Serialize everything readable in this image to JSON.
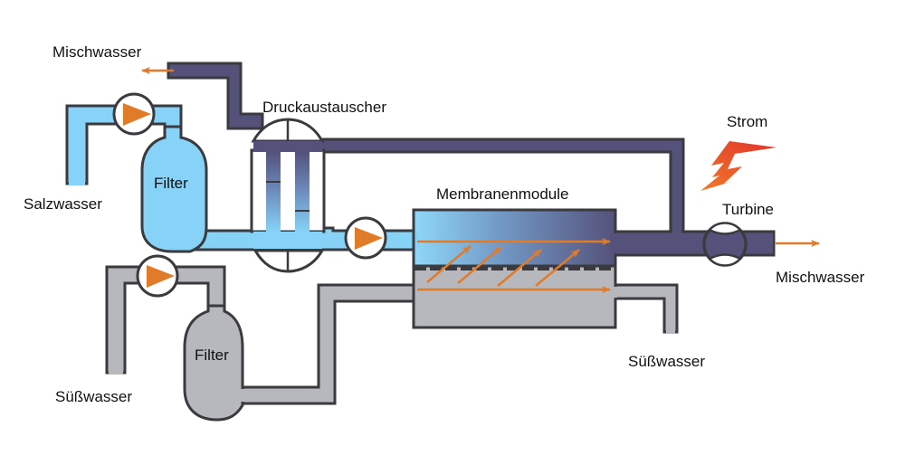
{
  "diagram": {
    "title": "Osmosekraftwerk (Pressure Retarded Osmosis)",
    "labels": {
      "mischwasser_top": "Mischwasser",
      "salzwasser": "Salzwasser",
      "filter_salt": "Filter",
      "druckaustauscher": "Druckaustauscher",
      "membranenmodule": "Membranenmodule",
      "strom": "Strom",
      "turbine": "Turbine",
      "mischwasser_right": "Mischwasser",
      "suesswasser_right": "Süßwasser",
      "filter_fresh": "Filter",
      "suesswasser_left": "Süßwasser"
    },
    "colors": {
      "salt_water": "#86d3f7",
      "mixed_water": "#54527a",
      "fresh_water": "#b6b8bd",
      "outline": "#3a3a3f",
      "arrow": "#e07b2a",
      "lightning_start": "#f07a2a",
      "lightning_end": "#e2322a"
    },
    "components": [
      {
        "id": "pump-salt",
        "type": "pump"
      },
      {
        "id": "filter-salt",
        "type": "filter"
      },
      {
        "id": "pressure-exchanger",
        "type": "pressure-exchanger"
      },
      {
        "id": "pump-high-pressure",
        "type": "pump"
      },
      {
        "id": "membrane-module",
        "type": "membrane"
      },
      {
        "id": "turbine",
        "type": "turbine"
      },
      {
        "id": "pump-fresh",
        "type": "pump"
      },
      {
        "id": "filter-fresh",
        "type": "filter"
      }
    ]
  }
}
